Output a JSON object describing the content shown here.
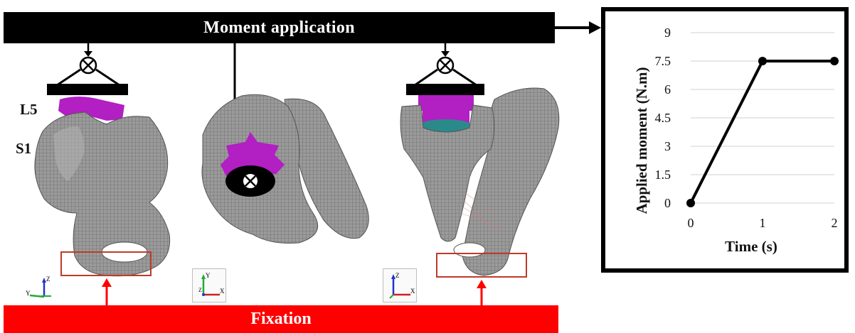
{
  "labels": {
    "moment_application": "Moment application",
    "fixation": "Fixation",
    "vertebra_upper": "L5",
    "vertebra_lower": "S1"
  },
  "colors": {
    "moment_bar": "#000000",
    "fixation_bar": "#ff0000",
    "implant": "#b21fc2",
    "disc": "#2a8a8a",
    "bone": "#8c8c8c",
    "fixation_region": "#c0392b"
  },
  "icons": [
    "moment-vector-icon",
    "axis-triad-icon",
    "fixation-arrow-icon"
  ],
  "axes": {
    "left_view": {
      "up": "Z",
      "side": "Y"
    },
    "middle_view": {
      "up": "Y",
      "side": "X",
      "center": "Z"
    },
    "right_view": {
      "up": "Z",
      "side": "X"
    }
  },
  "chart_data": {
    "type": "line",
    "title": "",
    "xlabel": "Time (s)",
    "ylabel": "Applied moment (N.m)",
    "x": [
      0,
      1,
      2
    ],
    "y": [
      0,
      7.5,
      7.5
    ],
    "xlim": [
      0,
      2
    ],
    "ylim": [
      0,
      9
    ],
    "xticks": [
      "0",
      "1",
      "2"
    ],
    "yticks": [
      "0",
      "1.5",
      "3",
      "4.5",
      "6",
      "7.5",
      "9"
    ],
    "grid": true
  }
}
